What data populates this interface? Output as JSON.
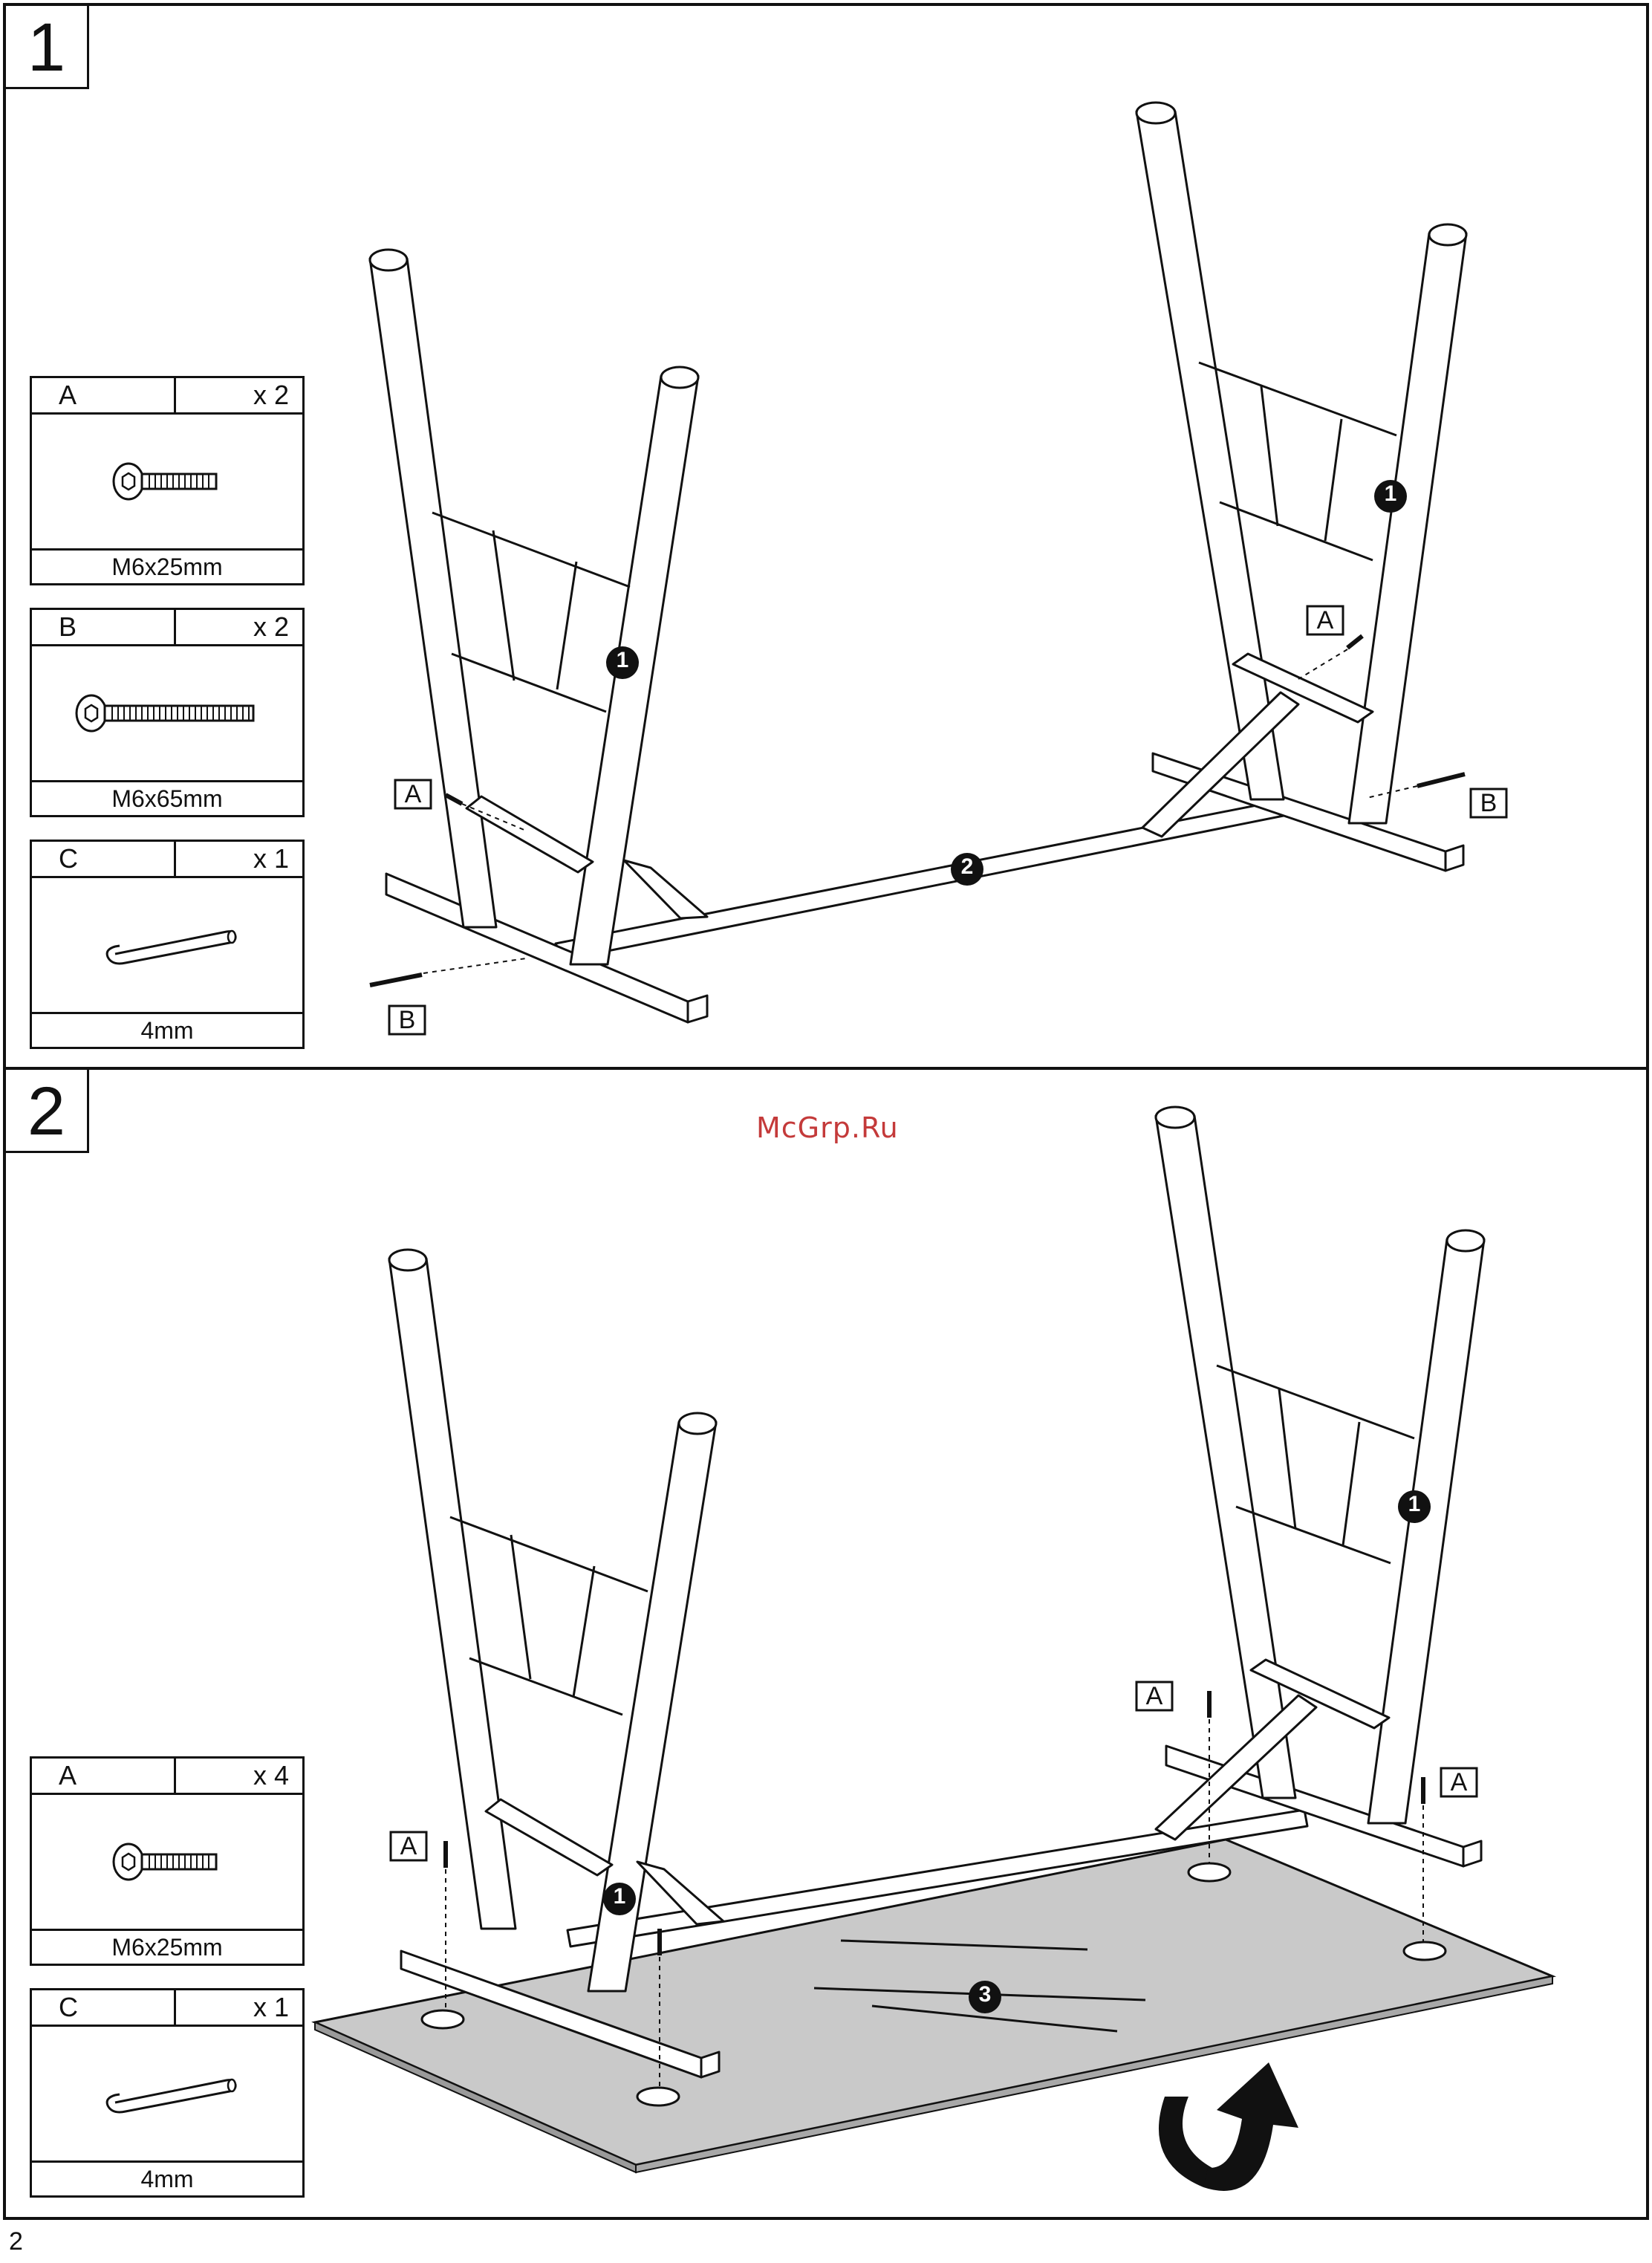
{
  "steps": [
    {
      "number": "1",
      "parts": [
        {
          "letter": "A",
          "qty": "x 2",
          "size": "M6x25mm",
          "icon": "short-bolt-icon"
        },
        {
          "letter": "B",
          "qty": "x 2",
          "size": "M6x65mm",
          "icon": "long-bolt-icon"
        },
        {
          "letter": "C",
          "qty": "x 1",
          "size": "4mm",
          "icon": "allen-key-icon"
        }
      ],
      "callouts": {
        "a": "A",
        "b": "B",
        "frame": "1",
        "crossbar": "2"
      }
    },
    {
      "number": "2",
      "parts": [
        {
          "letter": "A",
          "qty": "x 4",
          "size": "M6x25mm",
          "icon": "short-bolt-icon"
        },
        {
          "letter": "C",
          "qty": "x 1",
          "size": "4mm",
          "icon": "allen-key-icon"
        }
      ],
      "callouts": {
        "a": "A",
        "frame": "1",
        "tabletop": "3"
      }
    }
  ],
  "watermark": "McGrp.Ru",
  "page_number": "2"
}
